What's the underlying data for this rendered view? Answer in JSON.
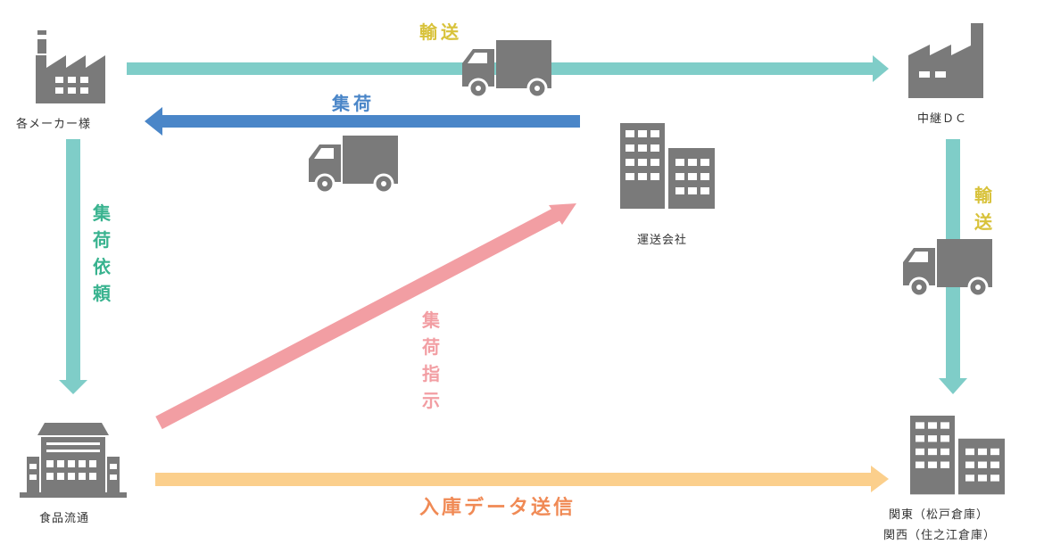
{
  "colors": {
    "icon": "#7a7a7a",
    "teal": "#7fcdc8",
    "blue": "#4a86c8",
    "pink": "#f29ea3",
    "orange": "#fbcf8c",
    "label_yellow": "#d8c23a",
    "label_blue": "#4a86c8",
    "label_green": "#39b38f",
    "label_pink": "#f29ea3",
    "label_orange": "#f08a55"
  },
  "nodes": {
    "manufacturer": {
      "label": "各メーカー様",
      "icon": "factory-icon"
    },
    "relay_dc": {
      "label": "中継ＤＣ",
      "icon": "factory-icon"
    },
    "carrier": {
      "label": "運送会社",
      "icon": "office-buildings-icon"
    },
    "food_distribution": {
      "label": "食品流通",
      "icon": "warehouse-icon"
    },
    "warehouse": {
      "label_line1": "関東（松戸倉庫）",
      "label_line2": "関西（住之江倉庫）",
      "icon": "office-buildings-icon"
    }
  },
  "flows": {
    "transport_top": "輸送",
    "collection_top": "集荷",
    "collection_request": "集荷依頼",
    "collection_instruction": "集荷指示",
    "transport_right": "輸送",
    "stock_data": "入庫データ送信"
  }
}
